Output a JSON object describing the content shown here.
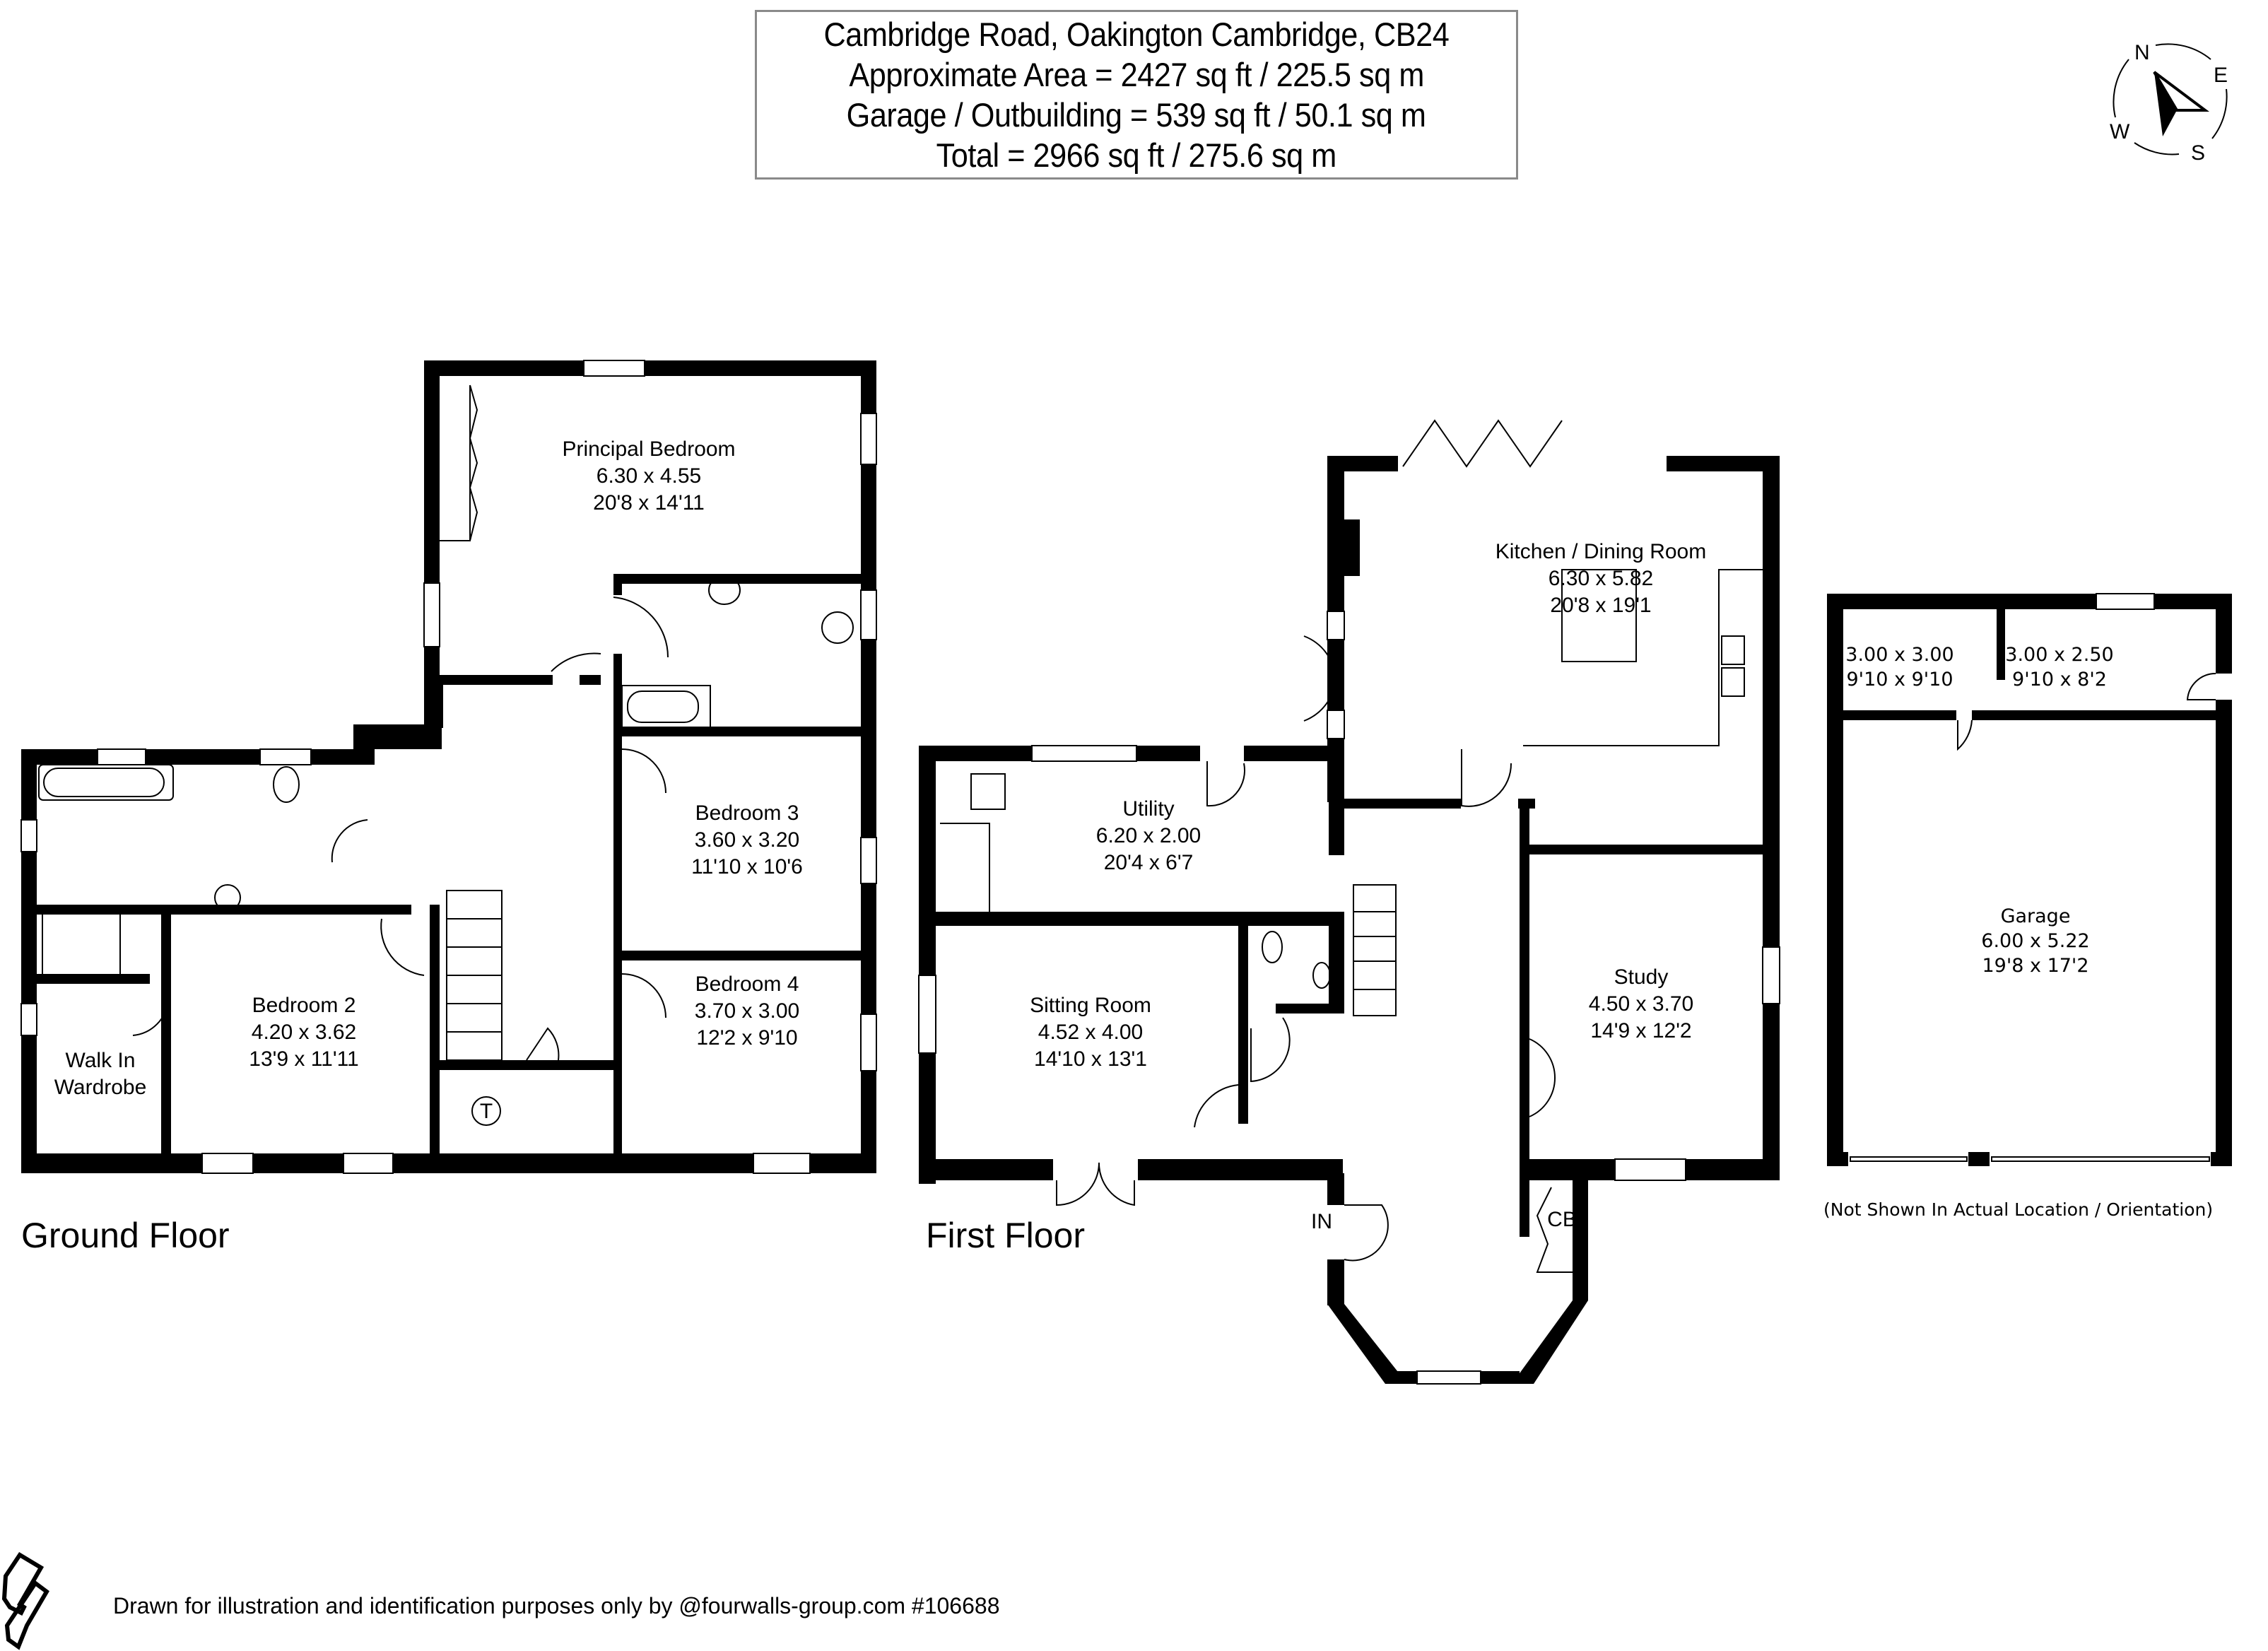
{
  "header": {
    "address": "Cambridge Road, Oakington Cambridge, CB24",
    "approx_area": "Approximate Area = 2427 sq ft / 225.5 sq m",
    "garage_outbuilding": "Garage / Outbuilding = 539 sq ft / 50.1 sq m",
    "total": "Total = 2966 sq ft / 275.6 sq m"
  },
  "compass": {
    "icon": "compass-icon",
    "n": "N",
    "e": "E",
    "s": "S",
    "w": "W"
  },
  "floors": {
    "left": {
      "label": "Ground Floor",
      "rooms": [
        {
          "name": "Principal Bedroom",
          "metric": "6.30 x 4.55",
          "imperial": "20'8 x 14'11"
        },
        {
          "name": "Bedroom 3",
          "metric": "3.60 x 3.20",
          "imperial": "11'10 x 10'6"
        },
        {
          "name": "Bedroom 2",
          "metric": "4.20 x 3.62",
          "imperial": "13'9 x 11'11"
        },
        {
          "name": "Bedroom 4",
          "metric": "3.70 x 3.00",
          "imperial": "12'2 x 9'10"
        },
        {
          "name": "Walk In",
          "name2": "Wardrobe"
        }
      ],
      "tank_symbol": "T"
    },
    "middle": {
      "label": "First Floor",
      "rooms": [
        {
          "name": "Kitchen / Dining Room",
          "metric": "6.30 x 5.82",
          "imperial": "20'8 x 19'1"
        },
        {
          "name": "Utility",
          "metric": "6.20 x 2.00",
          "imperial": "20'4 x 6'7"
        },
        {
          "name": "Sitting Room",
          "metric": "4.52 x 4.00",
          "imperial": "14'10 x 13'1"
        },
        {
          "name": "Study",
          "metric": "4.50 x 3.70",
          "imperial": "14'9 x 12'2"
        }
      ],
      "entrance_label": "IN",
      "cupboard_label": "CB"
    },
    "outbuilding": {
      "rooms": [
        {
          "metric": "3.00 x 3.00",
          "imperial": "9'10 x 9'10"
        },
        {
          "metric": "3.00 x 2.50",
          "imperial": "9'10 x 8'2"
        },
        {
          "name": "Garage",
          "metric": "6.00 x 5.22",
          "imperial": "19'8 x 17'2"
        }
      ],
      "note": "(Not Shown In Actual Location / Orientation)"
    }
  },
  "footer": {
    "logo_icon": "fourwalls-logo-icon",
    "disclaimer": "Drawn for illustration and identification purposes only by @fourwalls-group.com #106688"
  }
}
